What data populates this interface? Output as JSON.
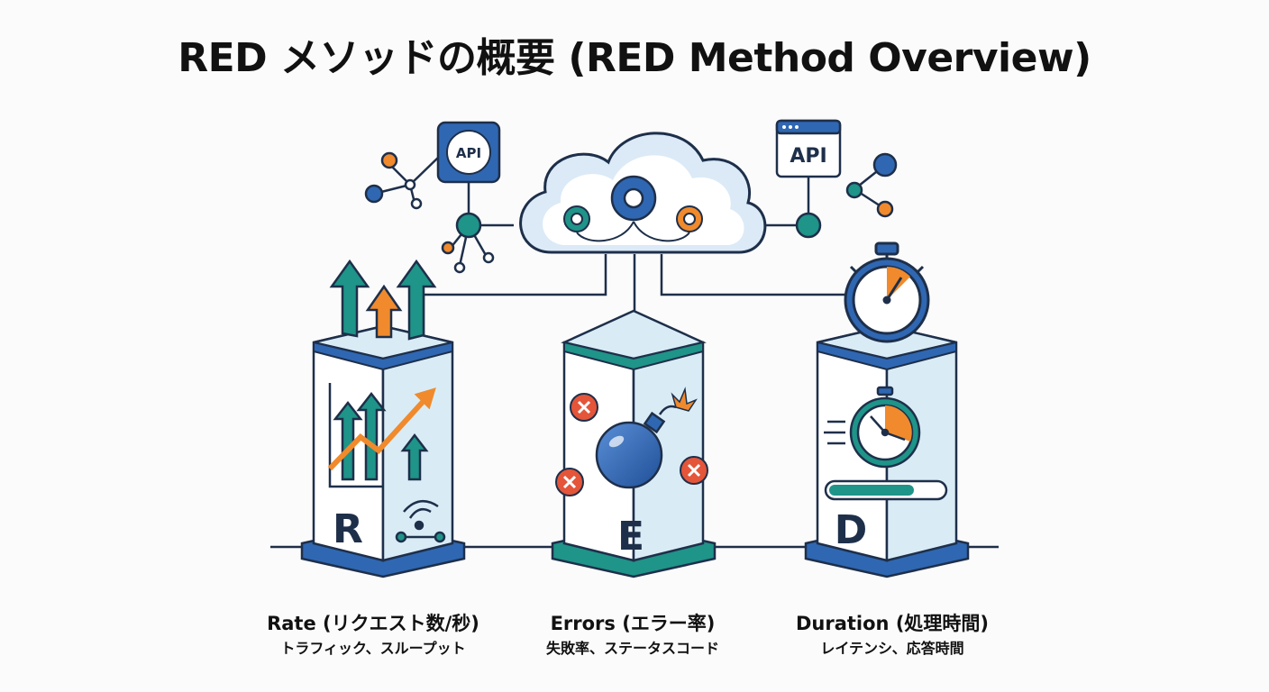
{
  "title": "RED メソッドの概要 (RED Method Overview)",
  "icons": {
    "api_left": "API",
    "api_right": "API"
  },
  "pillars": [
    {
      "letter": "R",
      "caption_title": "Rate (リクエスト数/秒)",
      "caption_sub": "トラフィック、スループット"
    },
    {
      "letter": "E",
      "caption_title": "Errors (エラー率)",
      "caption_sub": "失敗率、ステータスコード"
    },
    {
      "letter": "D",
      "caption_title": "Duration (処理時間)",
      "caption_sub": "レイテンシ、応答時間"
    }
  ],
  "colors": {
    "navy": "#1e2f4a",
    "blue": "#2f67b2",
    "teal": "#1f9488",
    "orange": "#f08a2c",
    "red": "#e4553a",
    "pale_blue": "#d9ecf6"
  }
}
